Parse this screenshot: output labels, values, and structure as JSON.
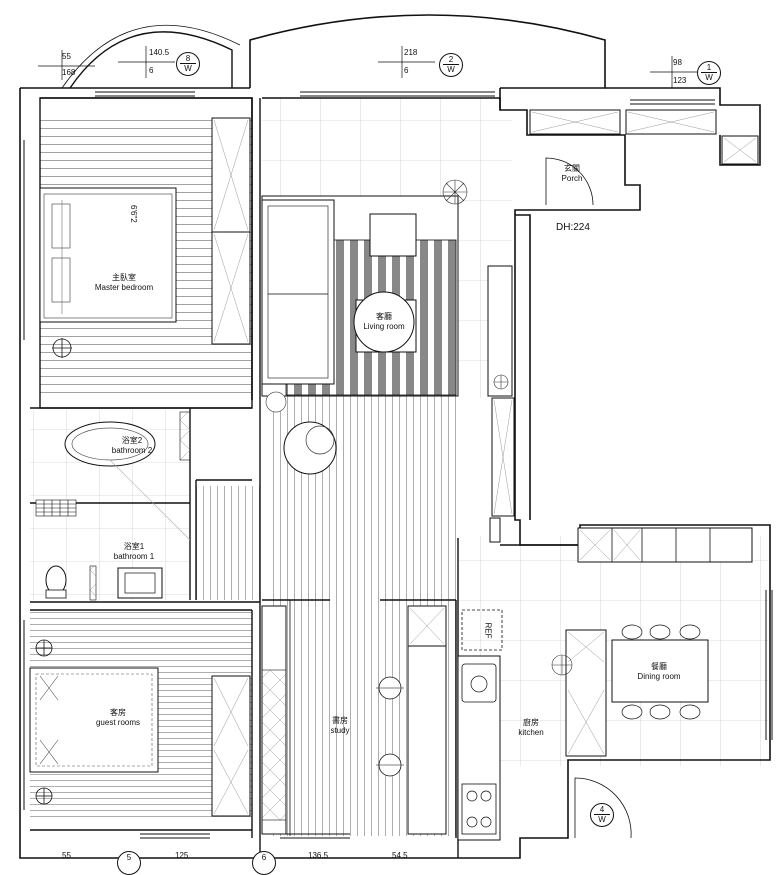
{
  "rooms": {
    "master": {
      "zh": "主臥室",
      "en": "Master bedroom"
    },
    "bath2": {
      "zh": "浴室2",
      "en": "bathroom 2"
    },
    "bath1": {
      "zh": "浴室1",
      "en": "bathroom 1"
    },
    "guest": {
      "zh": "客房",
      "en": "guest rooms"
    },
    "living": {
      "zh": "客廳",
      "en": "Living room"
    },
    "porch": {
      "zh": "玄關",
      "en": "Porch"
    },
    "study": {
      "zh": "書房",
      "en": "study"
    },
    "kitchen": {
      "zh": "廚房",
      "en": "kitchen"
    },
    "dining": {
      "zh": "餐廳",
      "en": "Dining room"
    }
  },
  "ceiling_height": "DH:224",
  "dimensions": {
    "top_left_a": "55",
    "top_left_b": "168",
    "top_8_a": "140.5",
    "top_8_b": "6",
    "top_2_a": "218",
    "top_2_b": "6",
    "top_1_a": "98",
    "top_1_b": "123",
    "bed_window": "6'6\"2",
    "bottom_a": "55",
    "bottom_b": "125",
    "bottom_c": "136.5",
    "bottom_d": "54.5"
  },
  "window_marks": [
    {
      "num": "8",
      "type": "W"
    },
    {
      "num": "2",
      "type": "W"
    },
    {
      "num": "1",
      "type": "W"
    },
    {
      "num": "4",
      "type": "W"
    },
    {
      "num": "5",
      "type": ""
    },
    {
      "num": "6",
      "type": ""
    }
  ],
  "fridge_label": "REF"
}
